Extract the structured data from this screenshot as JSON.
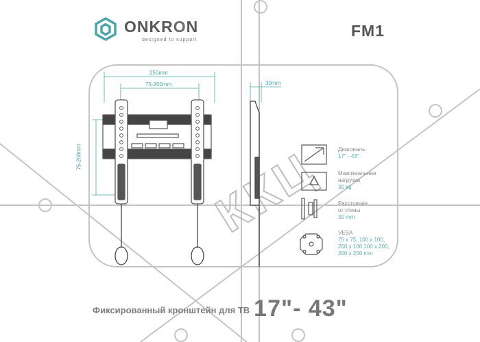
{
  "brand": {
    "name_prefix": "ONKR",
    "name_o": "O",
    "name_suffix": "N",
    "tagline": "designed to support",
    "color": "#4aa7a7"
  },
  "model": "FM1",
  "watermark": "ККЦ",
  "dimensions": {
    "total_width": "250mm",
    "hole_width": "75-200mm",
    "hole_height": "75-200mm",
    "depth": "30mm"
  },
  "specs": [
    {
      "icon": "diagonal-icon",
      "label_lines": [
        "Диагональ"
      ],
      "value_lines": [
        "17\" - 43\""
      ]
    },
    {
      "icon": "load-icon",
      "label_lines": [
        "Максимальная",
        "нагрузка"
      ],
      "value_lines": [
        "30 kg"
      ]
    },
    {
      "icon": "wall-distance-icon",
      "label_lines": [
        "Расстояние",
        "от стены"
      ],
      "value_lines": [
        "30 mm"
      ]
    },
    {
      "icon": "vesa-icon",
      "label_lines": [
        "VESA"
      ],
      "value_lines": [
        "75 x 75, 100 x 100,",
        "200 x 100,100 x 200,",
        "200 x 200 mm"
      ]
    }
  ],
  "footer": {
    "description": "Фиксированный кронштейн для ТВ",
    "range": "17\"- 43\""
  },
  "colors": {
    "accent": "#4aa7a7",
    "text": "#7d7d7d",
    "drawing": "#555555",
    "watermark": "#bdbdbd"
  }
}
